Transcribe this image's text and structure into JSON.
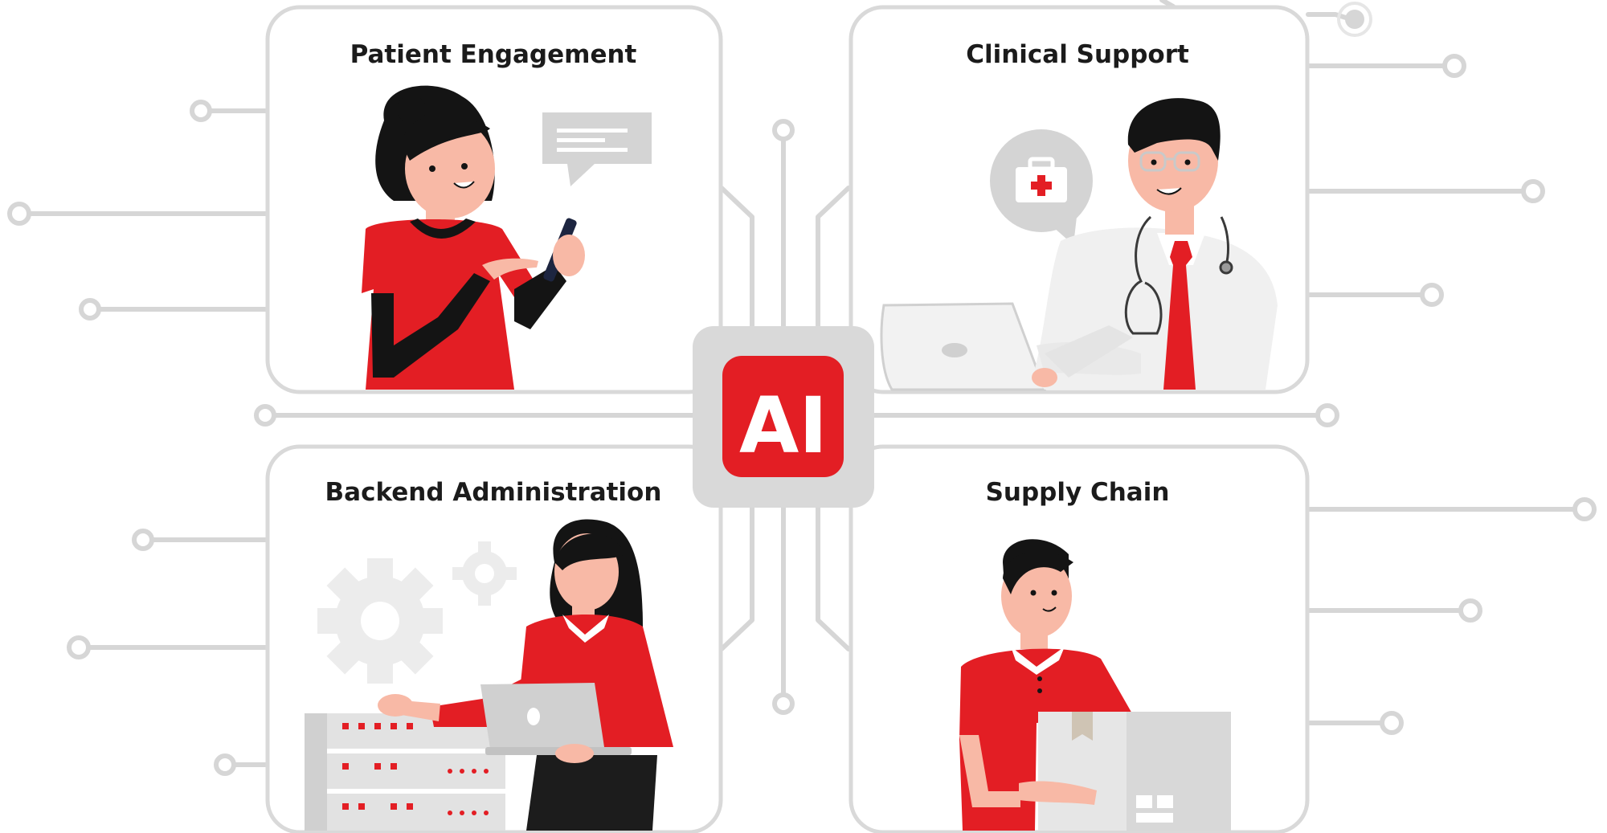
{
  "panels": {
    "patient_engagement": "Patient Engagement",
    "clinical_support": "Clinical Support",
    "backend_administration": "Backend Administration",
    "supply_chain": "Supply Chain"
  },
  "hub": {
    "label": "AI"
  },
  "colors": {
    "accent_red": "#e31e24",
    "circuit_gray": "#d6d6d6",
    "panel_border": "#d9d9d9",
    "dark": "#141414",
    "skin": "#f8b9a6"
  },
  "icons": [
    "chat-bubble-icon",
    "medical-kit-icon",
    "gear-icon",
    "server-rack-icon",
    "laptop-icon",
    "phone-icon",
    "cardboard-box-icon",
    "stethoscope-icon"
  ]
}
